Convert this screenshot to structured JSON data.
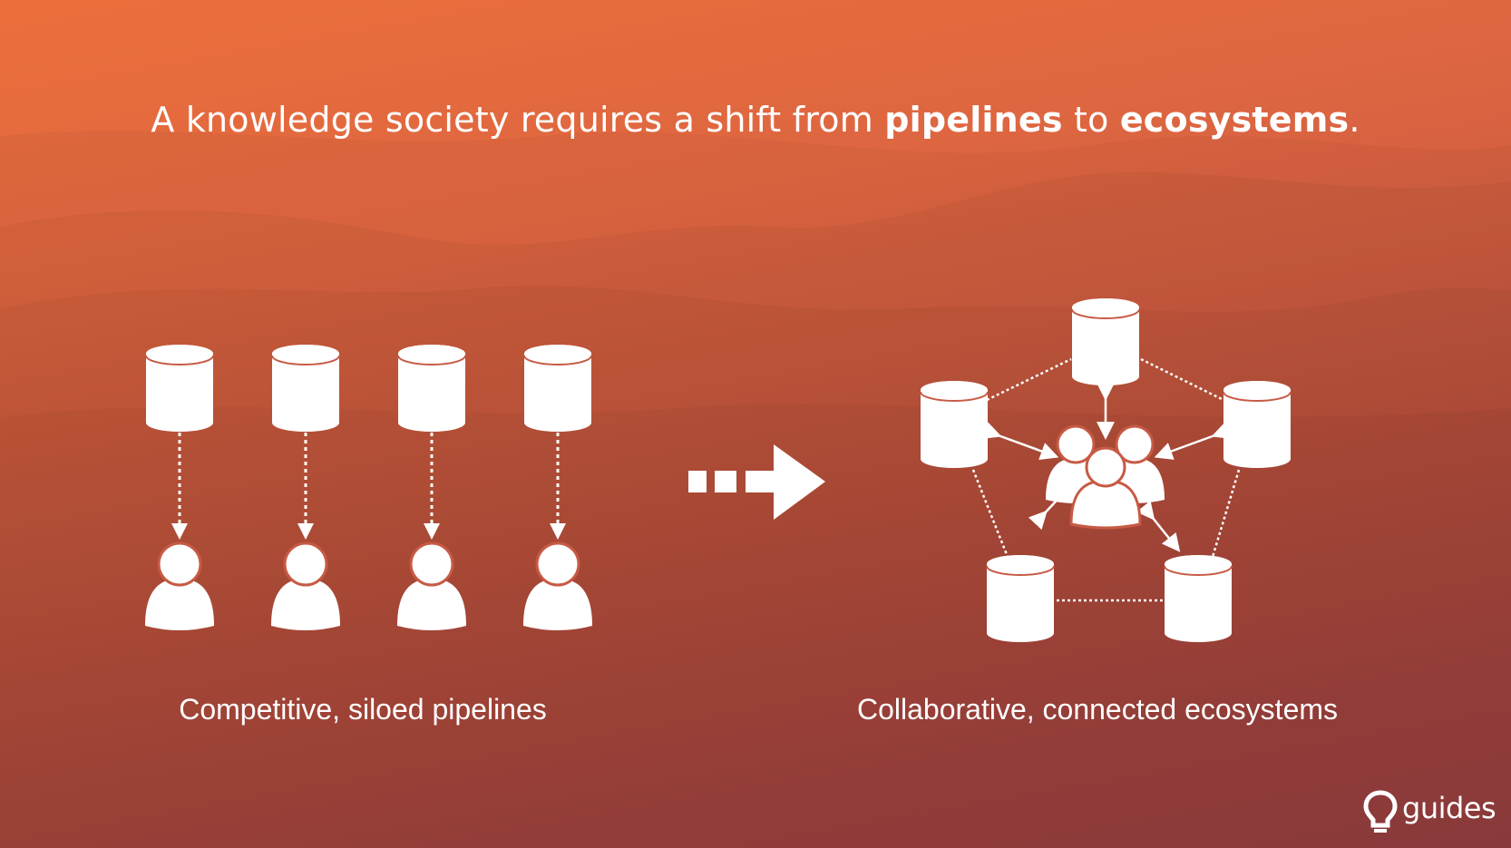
{
  "headline": {
    "part1": "A knowledge society requires a shift from ",
    "bold1": "pipelines",
    "part2": " to ",
    "bold2": "ecosystems",
    "part3": "."
  },
  "left_caption": "Competitive, siloed pipelines",
  "right_caption": "Collaborative, connected ecosystems",
  "logo": {
    "text": "guides",
    "icon": "lightbulb-icon"
  },
  "colors": {
    "background_top": "#ec6f3b",
    "background_bottom": "#a04445",
    "foreground": "#ffffff"
  },
  "icons": [
    "database-icon",
    "person-icon",
    "people-group-icon",
    "right-arrow-icon"
  ]
}
